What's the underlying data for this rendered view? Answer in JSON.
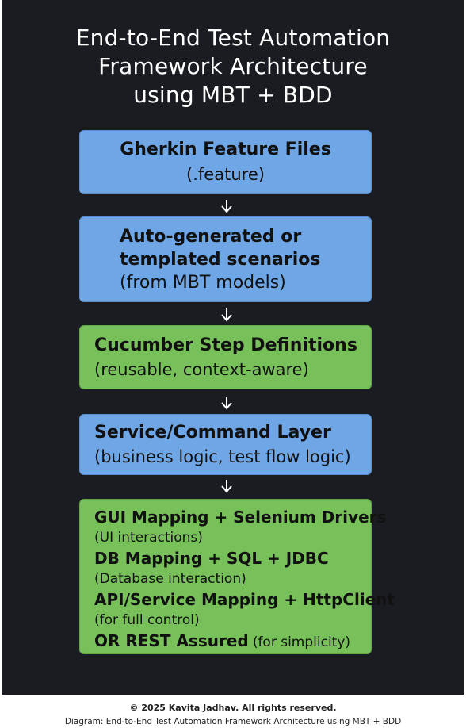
{
  "title": {
    "line1": "End-to-End Test Automation",
    "line2": "Framework Architecture",
    "line3": "using MBT + BDD"
  },
  "boxes": [
    {
      "color": "#6fa6e6",
      "lines": [
        "Gherkin Feature Files",
        "(.feature)"
      ]
    },
    {
      "color": "#6fa6e6",
      "lines": [
        "Auto-generated or",
        "templated scenarios",
        "(from MBT models)"
      ]
    },
    {
      "color": "#77c05a",
      "lines": [
        "Cucumber Step Definitions",
        "(reusable, context-aware)"
      ]
    },
    {
      "color": "#6fa6e6",
      "lines": [
        "Service/Command Layer",
        "(business logic, test flow logic)"
      ]
    },
    {
      "color": "#77c05a",
      "lines": [
        "GUI Mapping + Selenium Drivers",
        "(UI interactions)",
        "DB Mapping + SQL + JDBC",
        "(Database interaction)",
        "API/Service Mapping + HttpClient",
        "(for full control)",
        "OR REST Assured",
        "(for simplicity)"
      ]
    }
  ],
  "footer": {
    "copyright": "© 2025 Kavita Jadhav. All rights reserved.",
    "caption": "Diagram: End-to-End Test Automation Framework Architecture using MBT + BDD"
  }
}
